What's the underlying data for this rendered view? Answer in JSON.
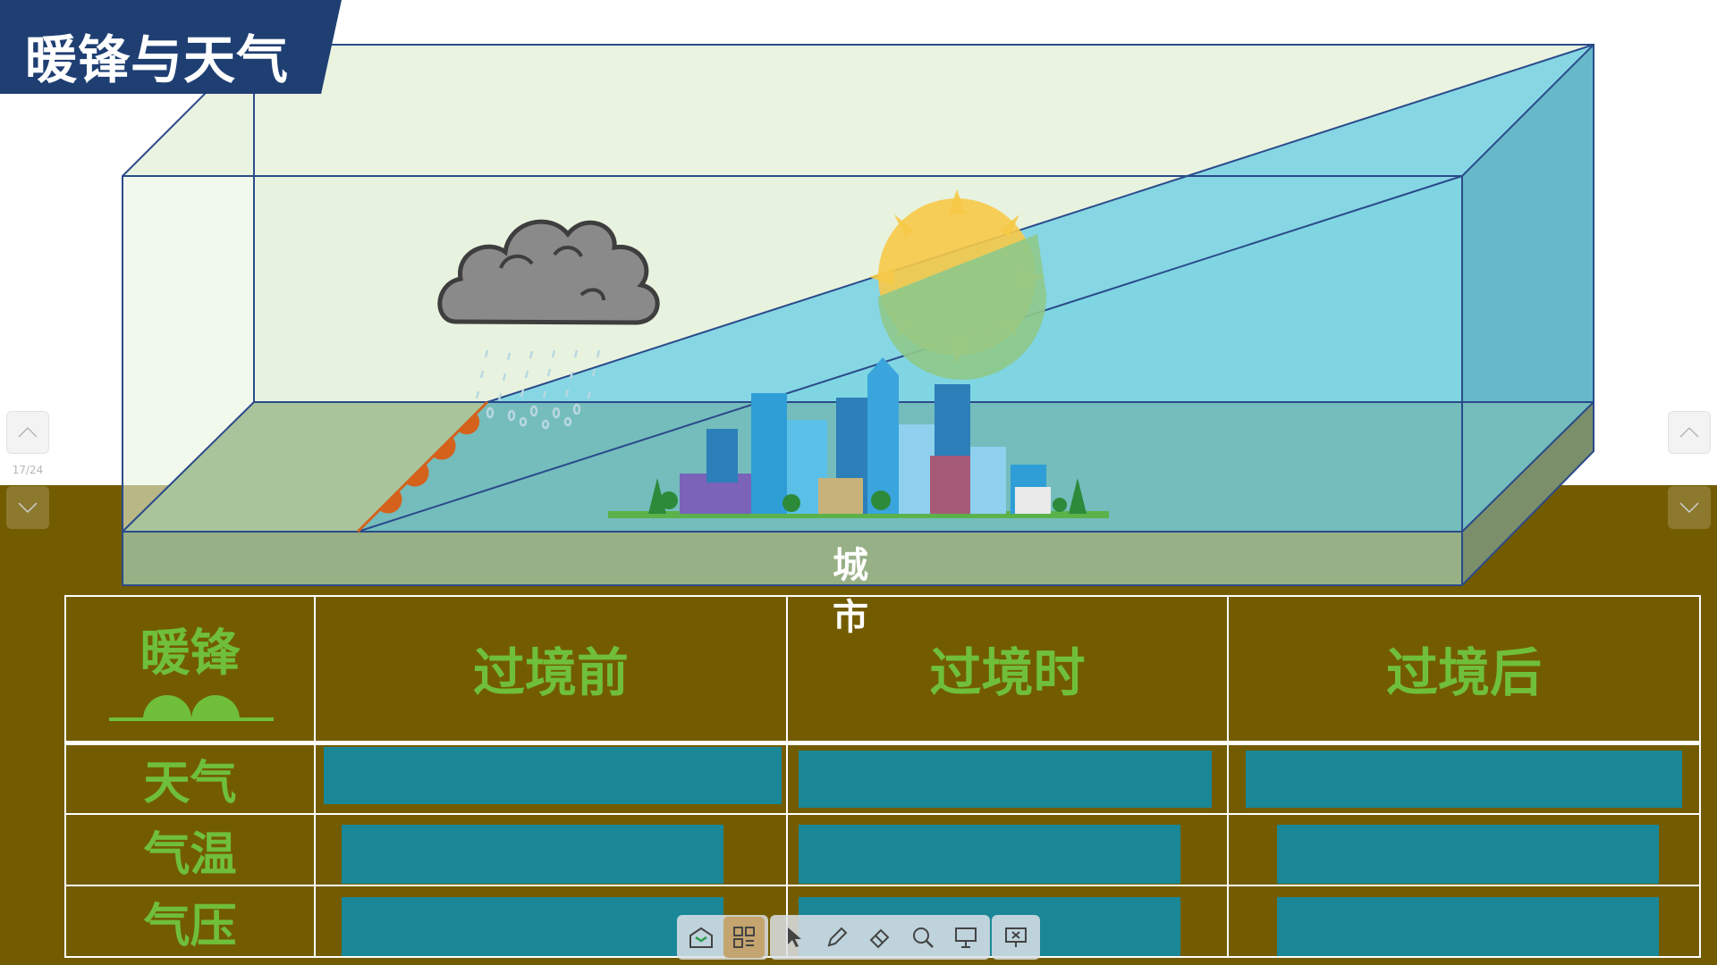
{
  "title": "暖锋与天气",
  "scene": {
    "city_label": "城 市",
    "colors": {
      "cold_air": "#7fd5e2",
      "warm_air": "#e8f3df",
      "ground": "#97b085",
      "front": "#d4621c",
      "table_bg": "#735c00",
      "cover": "#1a8797",
      "accent_green": "#6fbf3a"
    }
  },
  "table": {
    "corner_label": "暖锋",
    "columns": [
      "过境前",
      "过境时",
      "过境后"
    ],
    "rows": [
      "天气",
      "气温",
      "气压"
    ]
  },
  "side_nav": {
    "page_indicator": "17/24",
    "up_icon": "chevron-up-icon",
    "down_icon": "chevron-down-icon"
  },
  "toolbar": {
    "items": [
      {
        "name": "slides-icon"
      },
      {
        "name": "grid-view-icon"
      },
      {
        "name": "pointer-icon"
      },
      {
        "name": "pen-icon"
      },
      {
        "name": "eraser-icon"
      },
      {
        "name": "zoom-icon"
      },
      {
        "name": "whiteboard-icon"
      },
      {
        "name": "exit-slideshow-icon"
      }
    ]
  }
}
